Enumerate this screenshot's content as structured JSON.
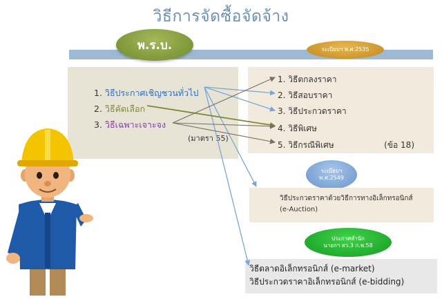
{
  "title": "วิธีการจัดซื้อจัดจ้าง",
  "act_badge": "พ.ร.บ.",
  "regulation_2535": "ระเบียบฯ พ.ศ.2535",
  "left_items": [
    {
      "num": "1.",
      "label": "วิธีประกาศเชิญชวนทั่วไป"
    },
    {
      "num": "2.",
      "label": "วิธีคัดเลือก"
    },
    {
      "num": "3.",
      "label": "วิธีเฉพาะเจาะจง"
    }
  ],
  "section_note": "(มาตรา 55)",
  "right_items": [
    "1. วิธีตกลงราคา",
    "2. วิธีสอบราคา",
    "3. วิธีประกวดราคา",
    "4. วิธีพิเศษ",
    "5. วิธีกรณีพิเศษ"
  ],
  "clause_note": "(ข้อ 18)",
  "regulation_2549": {
    "line1": "ระเบียบฯ",
    "line2": "พ.ศ.2549"
  },
  "eauction": {
    "line1": "วิธีประกวดราคาด้วยวิธีการทางอิเล็กทรอนิกส์",
    "line2": "(e-Auction)"
  },
  "notice": {
    "line1": "ประกาศสำนัก",
    "line2": "นายกฯ สว.3 ก.พ.58"
  },
  "emarket_lines": [
    "วิธีตลาดอิเล็กทรอนิกส์ (e-market)",
    "วิธีประกวดราคาอิเล็กทรอนิกส์ (e-bidding)"
  ],
  "colors": {
    "title": "#6c8fb4",
    "bar": "#9eb9d3",
    "act_badge": "#8aa13e",
    "regulation_2535_badge": "#d9a23a",
    "regulation_2549_badge": "#8db2e0",
    "notice_badge": "#22b52e",
    "arrow_blue": "#7aa7d4",
    "arrow_olive": "#7c8a35",
    "arrow_gray": "#7a7060"
  }
}
